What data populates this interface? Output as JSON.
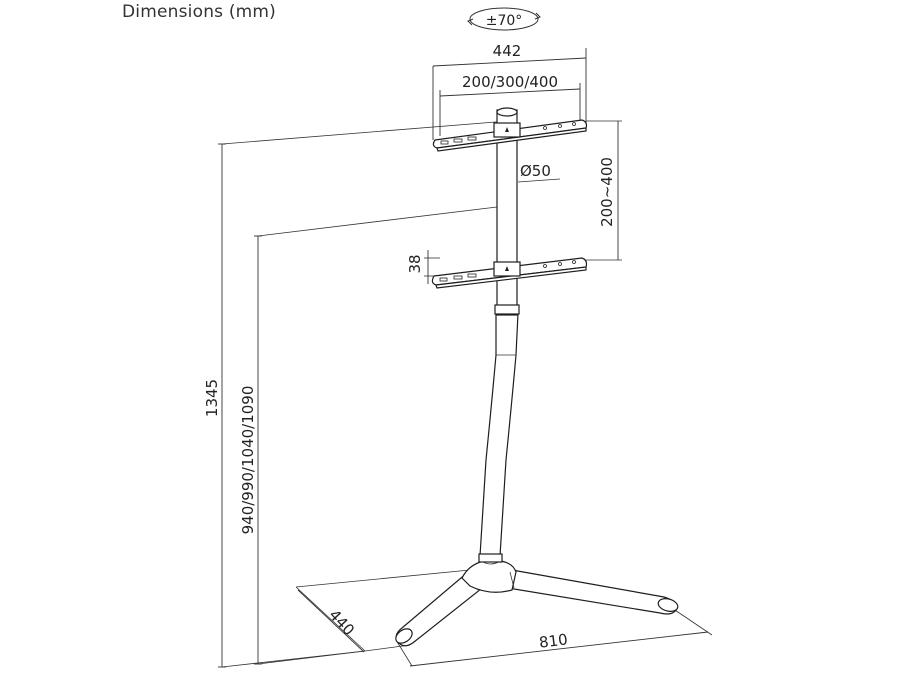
{
  "title": "Dimensions (mm)",
  "dimensions": {
    "rotation": "±70°",
    "bracket_width": "442",
    "vesa_pattern": "200/300/400",
    "pole_diameter": "Ø50",
    "bracket_spacing": "200~400",
    "bracket_height": "38",
    "total_height": "1345",
    "center_heights": "940/990/1040/1090",
    "base_depth": "440",
    "base_width": "810"
  }
}
